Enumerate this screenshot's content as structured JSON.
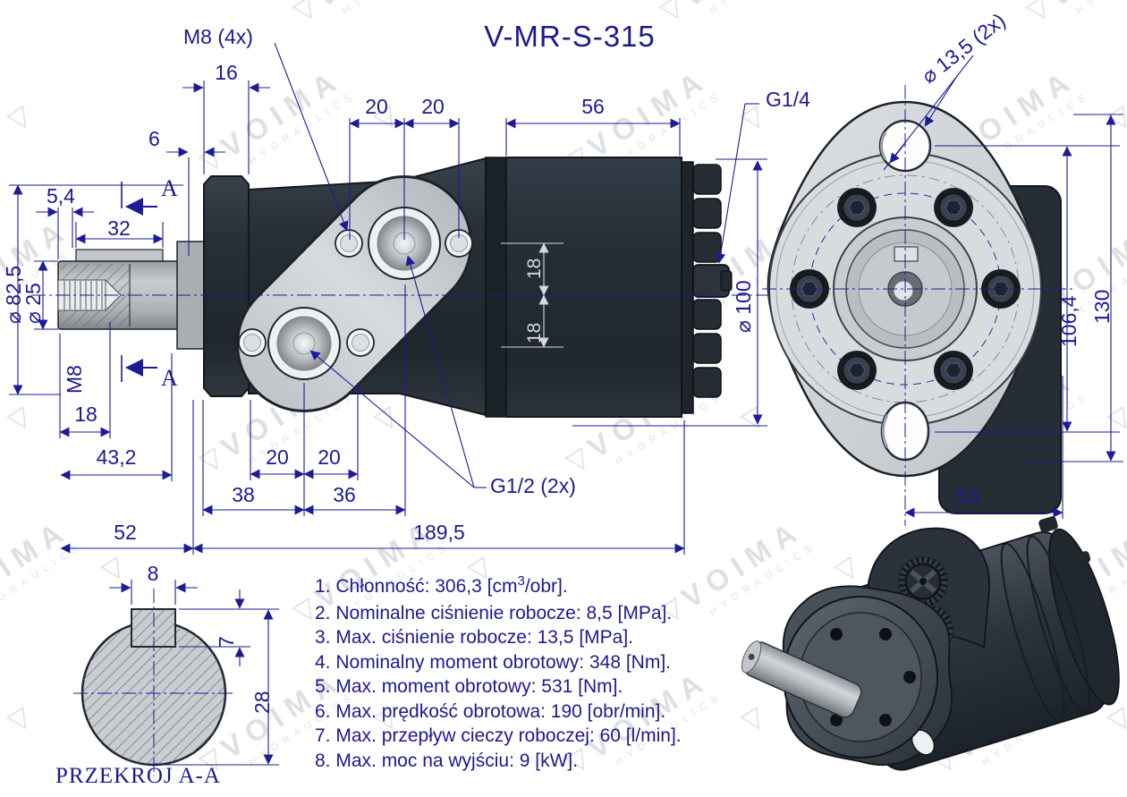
{
  "title": "V-MR-S-315",
  "watermark": {
    "brand": "VOIMA",
    "sub": "HYDRAULICS",
    "tri": "▽"
  },
  "dims": {
    "m8_4x": "M8 (4x)",
    "d16": "16",
    "d6": "6",
    "d20": "20",
    "d56": "56",
    "g14": "G1/4",
    "d54": "5,4",
    "a": "A",
    "d32": "32",
    "phi825": "⌀ 82,5",
    "phi25": "⌀ 25",
    "m8": "M8",
    "d18": "18",
    "d432": "43,2",
    "d38": "38",
    "d36": "36",
    "g12": "G1/2 (2x)",
    "d52": "52",
    "d1895": "189,5",
    "phi100": "⌀ 100",
    "phi135": "⌀ 13,5 (2x)",
    "d1064": "106,4",
    "d130": "130",
    "d55": "55",
    "cs8": "8",
    "cs7": "7",
    "cs28": "28",
    "przekroj": "PRZEKRÓJ A-A"
  },
  "specs": {
    "lines": [
      {
        "pre": "1. Chłonność: 306,3 [cm",
        "sup": "3",
        "post": "/obr]."
      },
      {
        "pre": "2. Nominalne ciśnienie robocze: 8,5 [MPa]."
      },
      {
        "pre": "3. Max. ciśnienie robocze: 13,5 [MPa]."
      },
      {
        "pre": "4. Nominalny moment obrotowy: 348 [Nm]."
      },
      {
        "pre": "5. Max. moment obrotowy: 531 [Nm]."
      },
      {
        "pre": "6. Max. prędkość obrotowa: 190 [obr/min]."
      },
      {
        "pre": "7. Max. przepływ cieczy roboczej: 60 [l/min]."
      },
      {
        "pre": "8. Max. moc na wyjściu: 9 [kW]."
      }
    ]
  }
}
